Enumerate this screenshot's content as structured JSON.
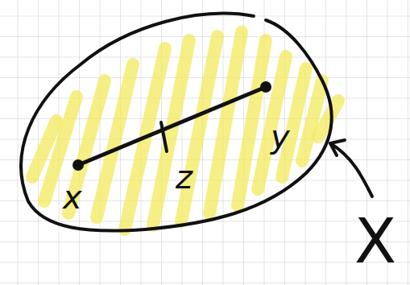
{
  "diagram": {
    "labels": [
      "x",
      "z",
      "y",
      "X"
    ]
  }
}
